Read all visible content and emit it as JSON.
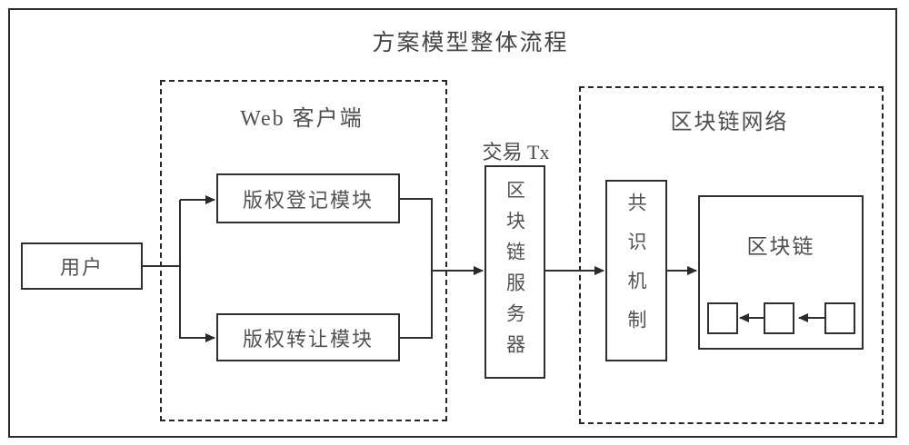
{
  "diagram": {
    "title": "方案模型整体流程",
    "user_box": {
      "label": "用户"
    },
    "web_client": {
      "label": "Web 客户端",
      "modules": [
        {
          "label": "版权登记模块"
        },
        {
          "label": "版权转让模块"
        }
      ]
    },
    "transaction_label": "交易 Tx",
    "server_box": {
      "label": "区块链服务器"
    },
    "blockchain_network": {
      "label": "区块链网络",
      "consensus_box": {
        "label": "共识机制"
      },
      "blockchain_box": {
        "label": "区块链",
        "block_count": 3
      }
    },
    "colors": {
      "line": "#2f2f2f",
      "text": "#4a4a4a",
      "background": "#fefefe"
    }
  }
}
